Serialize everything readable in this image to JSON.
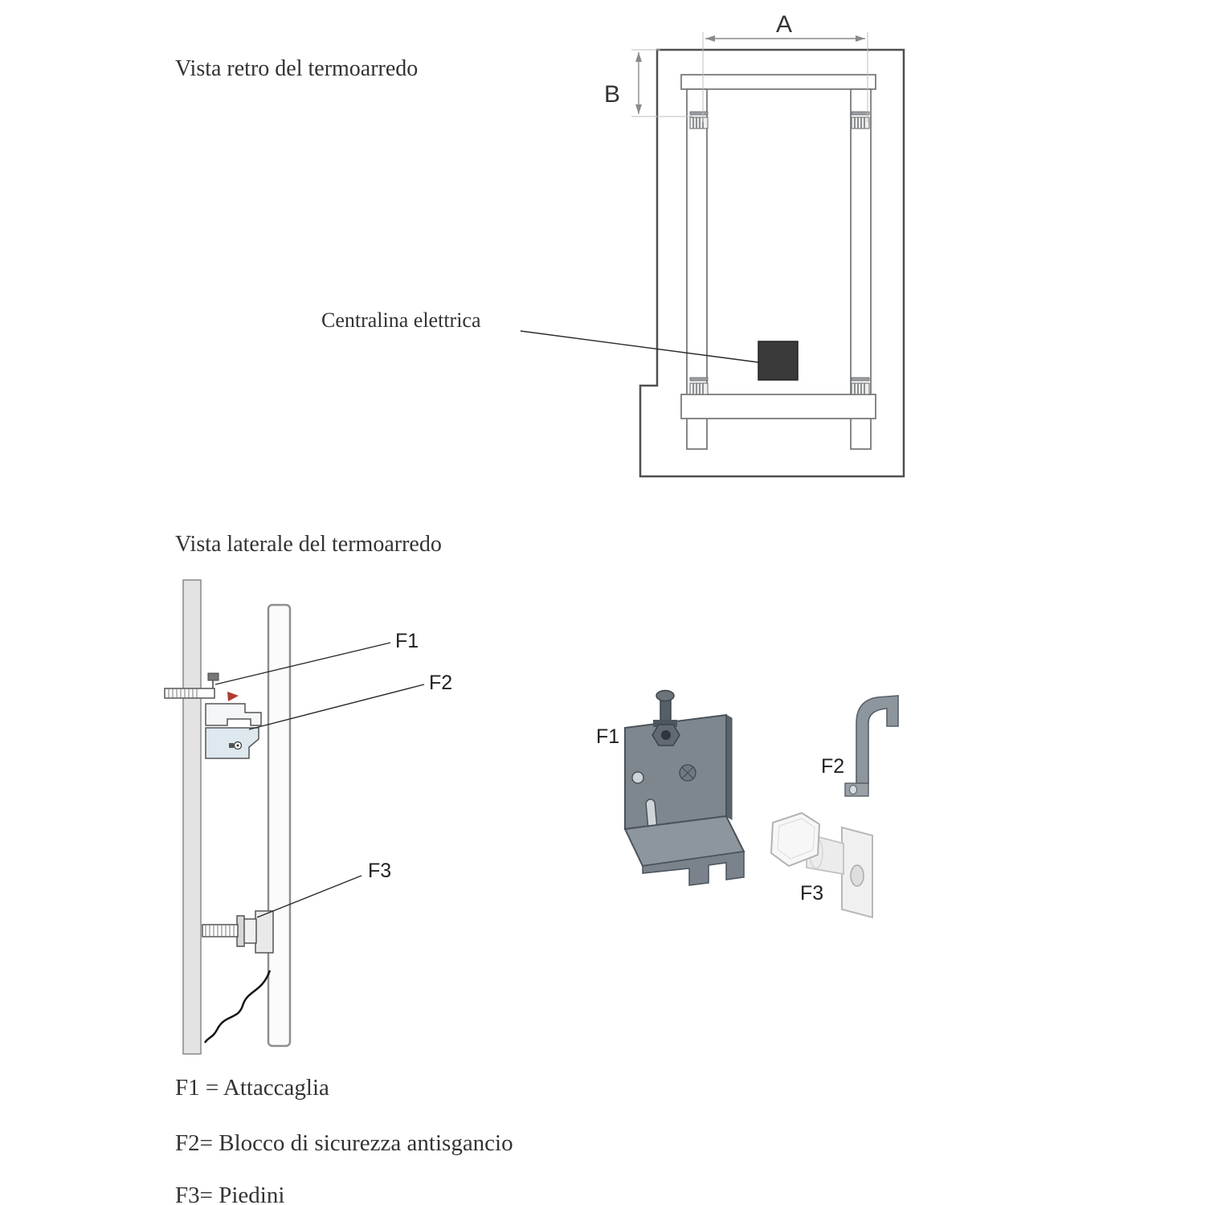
{
  "rear_view": {
    "title": "Vista retro del termoarredo",
    "dim_a_label": "A",
    "dim_b_label": "B",
    "control_unit_label": "Centralina elettrica"
  },
  "side_view": {
    "title": "Vista laterale del termoarredo",
    "f1_label": "F1",
    "f2_label": "F2",
    "f3_label": "F3"
  },
  "parts_view": {
    "f1_label": "F1",
    "f2_label": "F2",
    "f3_label": "F3"
  },
  "legend": {
    "f1": "F1 = Attaccaglia",
    "f2": "F2= Blocco di sicurezza antisgancio",
    "f3": "F3= Piedini"
  },
  "colors": {
    "line_gray": "#4f4f4f",
    "text": "#333333",
    "control_unit_fill": "#3a3a3a",
    "metal_gray": "#7e878e",
    "plastic_white": "#f2f2f2",
    "arrow_red": "#b03a2e"
  }
}
